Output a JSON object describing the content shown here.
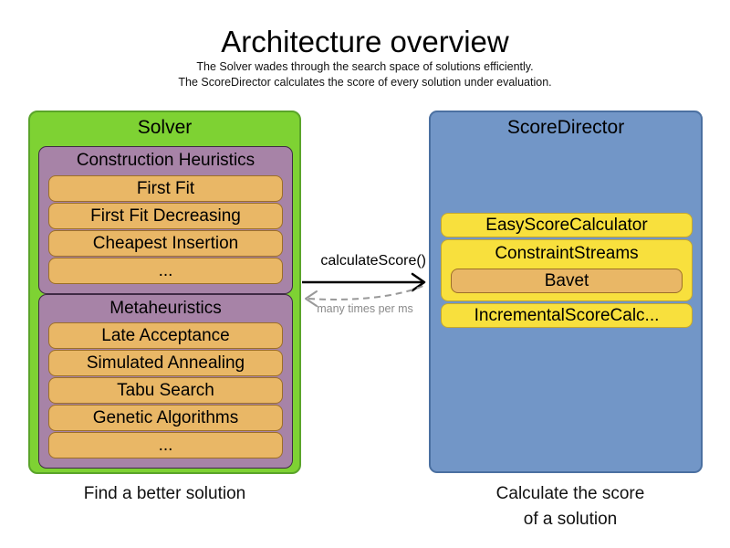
{
  "title": "Architecture overview",
  "subtitle": {
    "line1": "The Solver wades through the search space of solutions efficiently.",
    "line2": "The ScoreDirector calculates the score of every solution under evaluation."
  },
  "solver": {
    "label": "Solver",
    "caption": "Find a better solution",
    "construction_heuristics": {
      "label": "Construction Heuristics",
      "items": [
        "First Fit",
        "First Fit Decreasing",
        "Cheapest Insertion",
        "..."
      ]
    },
    "metaheuristics": {
      "label": "Metaheuristics",
      "items": [
        "Late Acceptance",
        "Simulated Annealing",
        "Tabu Search",
        "Genetic Algorithms",
        "..."
      ]
    }
  },
  "score_director": {
    "label": "ScoreDirector",
    "caption": {
      "line1": "Calculate the score",
      "line2": "of a solution"
    },
    "easy_label": "EasyScoreCalculator",
    "constraint_streams_label": "ConstraintStreams",
    "bavet_label": "Bavet",
    "incremental_label": "IncrementalScoreCalc..."
  },
  "arrow": {
    "call_label": "calculateScore()",
    "frequency_label": "many times per ms"
  },
  "colors": {
    "solver_fill": "#7ed233",
    "solver_border": "#5aa42a",
    "phase_fill": "#a783a7",
    "phase_border": "#3f2a45",
    "algorithm_fill": "#e9b766",
    "algorithm_border": "#9c6f28",
    "score_director_fill": "#7296c7",
    "score_director_border": "#4b70a1",
    "calculator_fill": "#f8e03d",
    "calculator_border": "#c4a72e",
    "arrow_solid": "#000000",
    "arrow_dashed": "#999999"
  }
}
